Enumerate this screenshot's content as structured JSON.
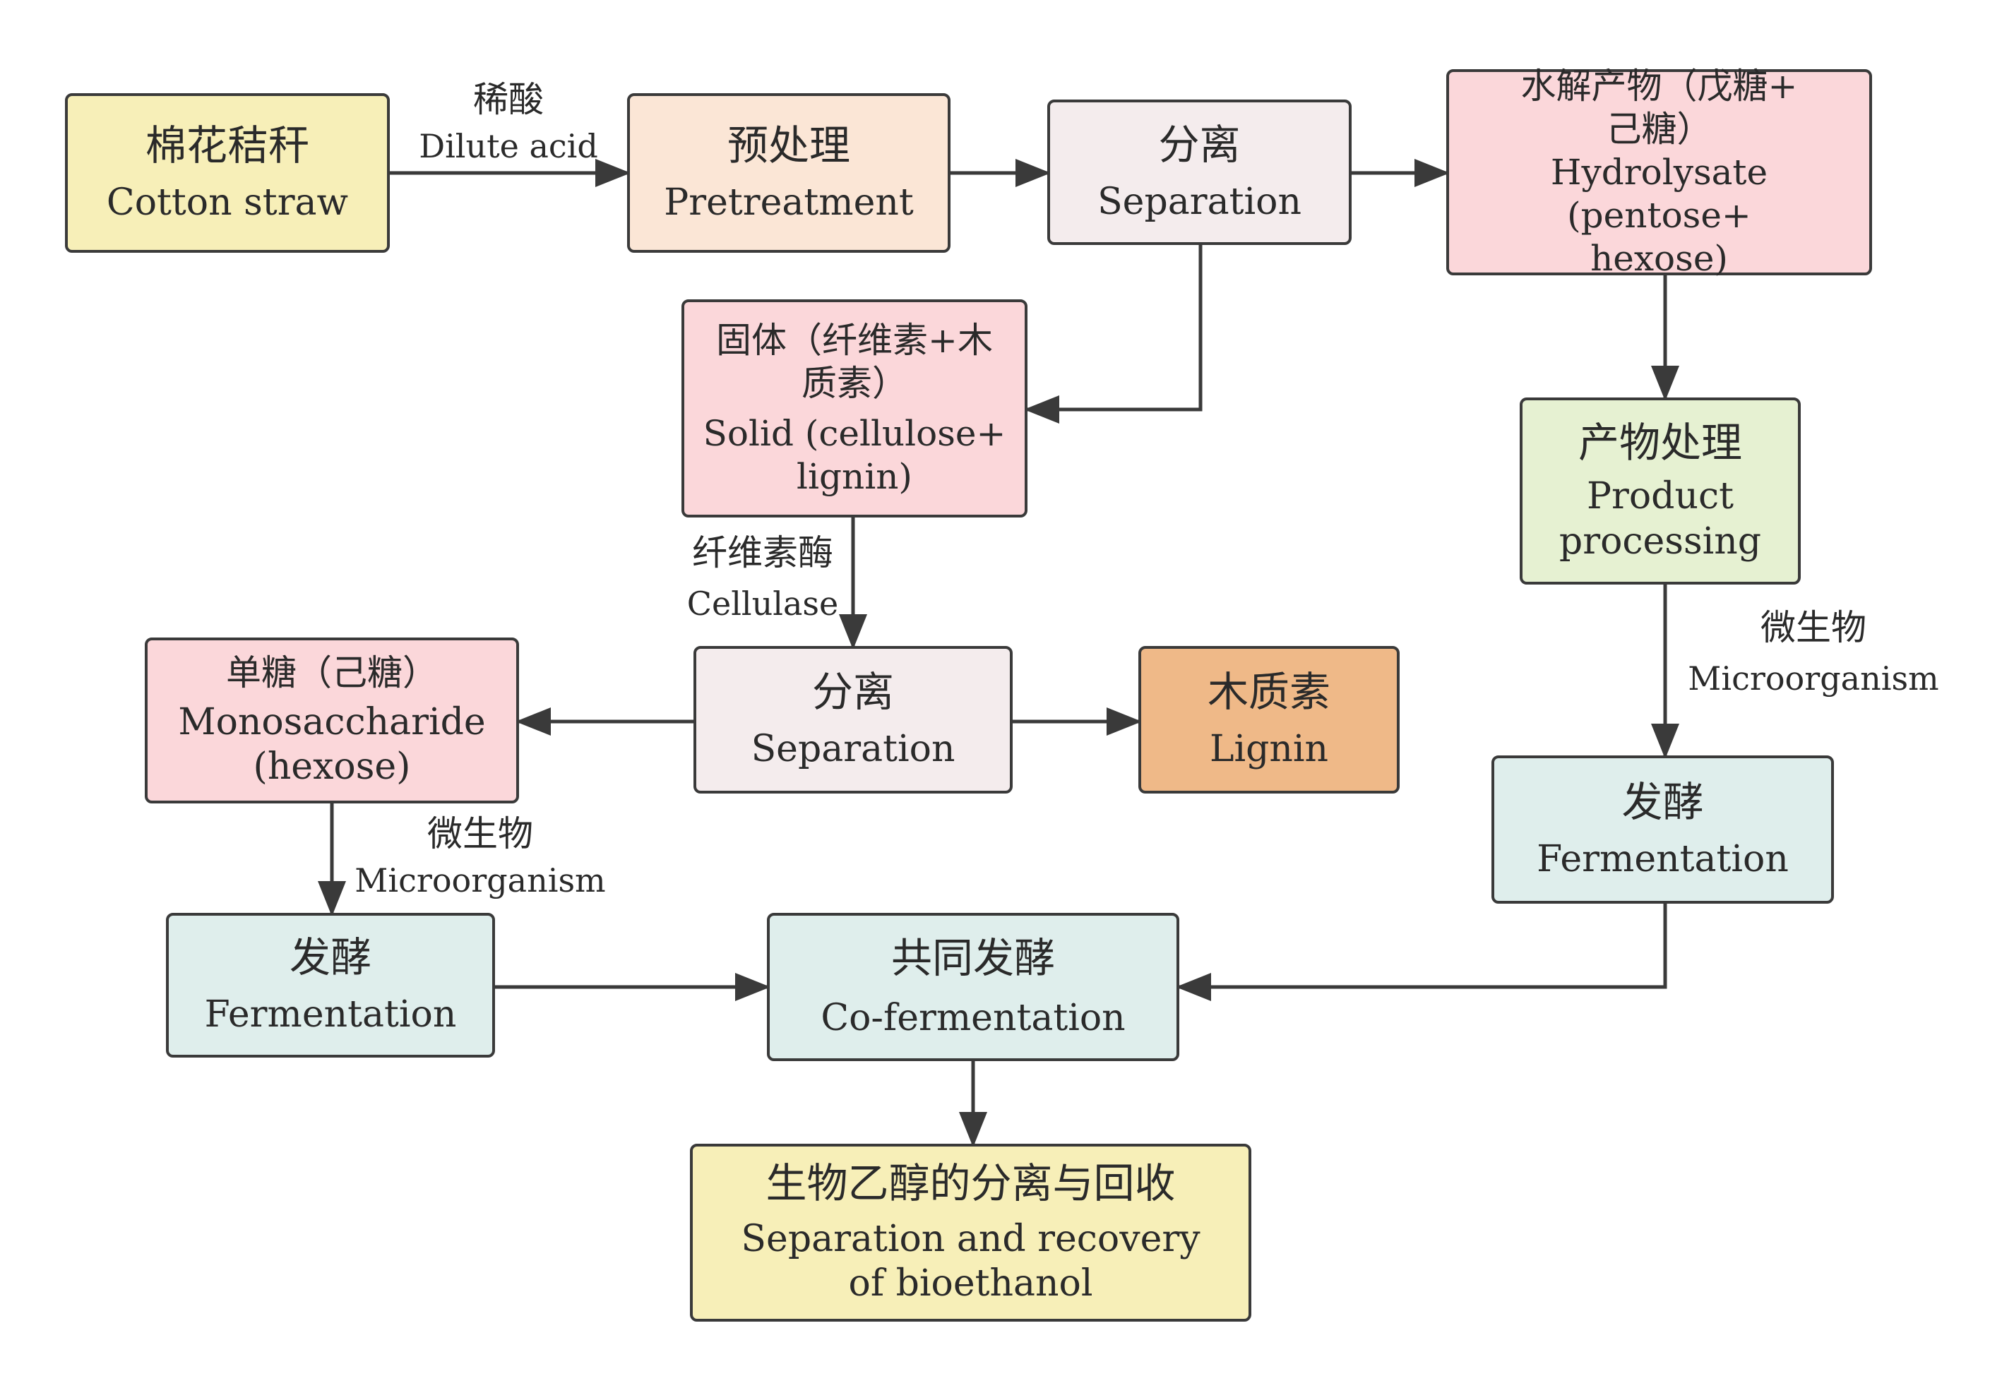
{
  "nodes": {
    "cotton_straw": {
      "zh": "棉花秸秆",
      "en": "Cotton straw"
    },
    "pretreatment": {
      "zh": "预处理",
      "en": "Pretreatment"
    },
    "separation_1": {
      "zh": "分离",
      "en": "Separation"
    },
    "hydrolysate": {
      "zh_1": "水解产物（戊糖+",
      "zh_2": "己糖）",
      "en_1": "Hydrolysate (pentose+",
      "en_2": "hexose)"
    },
    "solid": {
      "zh_1": "固体（纤维素+木",
      "zh_2": "质素）",
      "en_1": "Solid (cellulose+",
      "en_2": "lignin)"
    },
    "product_processing": {
      "zh": "产物处理",
      "en_1": "Product",
      "en_2": "processing"
    },
    "monosaccharide": {
      "zh": "单糖（己糖）",
      "en_1": "Monosaccharide",
      "en_2": "(hexose)"
    },
    "separation_2": {
      "zh": "分离",
      "en": "Separation"
    },
    "lignin": {
      "zh": "木质素",
      "en": "Lignin"
    },
    "fermentation_right": {
      "zh": "发酵",
      "en": "Fermentation"
    },
    "fermentation_left": {
      "zh": "发酵",
      "en": "Fermentation"
    },
    "co_fermentation": {
      "zh": "共同发酵",
      "en": "Co-fermentation"
    },
    "bioethanol": {
      "zh": "生物乙醇的分离与回收",
      "en_1": "Separation and recovery",
      "en_2": "of bioethanol"
    }
  },
  "labels": {
    "dilute_acid": {
      "zh": "稀酸",
      "en": "Dilute acid"
    },
    "cellulase": {
      "zh": "纤维素酶",
      "en": "Cellulase"
    },
    "microorganism_right": {
      "zh": "微生物",
      "en": "Microorganism"
    },
    "microorganism_left": {
      "zh": "微生物",
      "en": "Microorganism"
    }
  },
  "colors": {
    "yellow": "#f7efb8",
    "peach": "#fbe6d6",
    "gray": "#f4eced",
    "pink": "#fbd7da",
    "green": "#e6f1d2",
    "teal": "#dfeeec",
    "orange": "#efb988",
    "stroke": "#3a3a3a"
  }
}
